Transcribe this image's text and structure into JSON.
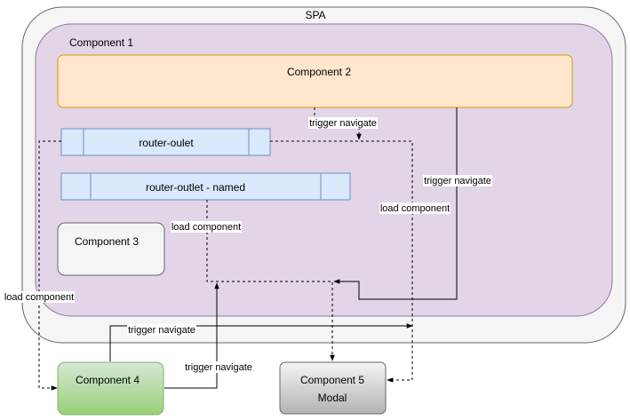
{
  "diagram": {
    "spa": {
      "label": "SPA"
    },
    "component1": {
      "label": "Component 1"
    },
    "component2": {
      "label": "Component 2"
    },
    "router_outlet": {
      "label": "router-oulet"
    },
    "router_outlet_named": {
      "label": "router-outlet - named"
    },
    "component3": {
      "label": "Component 3"
    },
    "component4": {
      "label": "Component 4"
    },
    "component5": {
      "label": "Component 5",
      "sublabel": "Modal"
    },
    "edges": {
      "trigger_navigate_c2_outlet": "trigger navigate",
      "trigger_navigate_c2_right": "trigger navigate",
      "load_component_c5": "load component",
      "load_component_named": "load component",
      "load_component_c4": "load component",
      "trigger_navigate_c4_top": "trigger navigate",
      "trigger_navigate_c4_right": "trigger navigate"
    }
  },
  "colors": {
    "spa_fill": "#f5f5f5",
    "component1_fill": "#e1d5e7",
    "component2_fill": "#ffe6cc",
    "component2_stroke": "#d79b00",
    "router_fill": "#dae8fc",
    "router_stroke": "#6c8ebf",
    "component4_fill": "#a9dc8a",
    "component4_stroke": "#82b366",
    "component5_fill": "#e6e6e6"
  }
}
